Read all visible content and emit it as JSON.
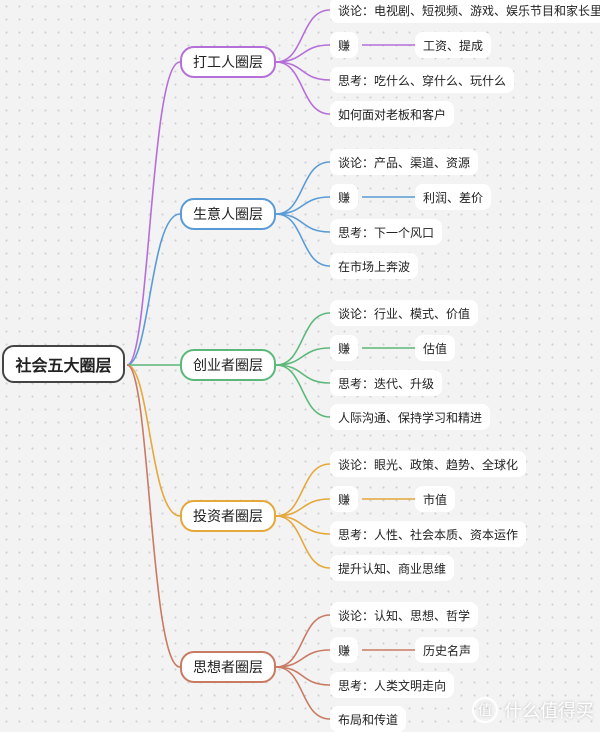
{
  "root": {
    "label": "社会五大圈层"
  },
  "branches": [
    {
      "label": "打工人圈层",
      "color": "#b56fd8",
      "items": [
        "谈论：电视剧、短视频、游戏、娱乐节目和家长里短",
        "赚",
        "思考：吃什么、穿什么、玩什么",
        "如何面对老板和客户"
      ],
      "earn": "工资、提成"
    },
    {
      "label": "生意人圈层",
      "color": "#5b9bd5",
      "items": [
        "谈论：产品、渠道、资源",
        "赚",
        "思考：下一个风口",
        "在市场上奔波"
      ],
      "earn": "利润、差价"
    },
    {
      "label": "创业者圈层",
      "color": "#5cb87a",
      "items": [
        "谈论：行业、模式、价值",
        "赚",
        "思考：迭代、升级",
        "人际沟通、保持学习和精进"
      ],
      "earn": "估值"
    },
    {
      "label": "投资者圈层",
      "color": "#e5a83a",
      "items": [
        "谈论：眼光、政策、趋势、全球化",
        "赚",
        "思考：人性、社会本质、资本运作",
        "提升认知、商业思维"
      ],
      "earn": "市值"
    },
    {
      "label": "思想者圈层",
      "color": "#c97a62",
      "items": [
        "谈论：认知、思想、哲学",
        "赚",
        "思考：人类文明走向",
        "布局和传道"
      ],
      "earn": "历史名声"
    }
  ],
  "watermark": {
    "logo": "值",
    "text": "什么值得买"
  }
}
